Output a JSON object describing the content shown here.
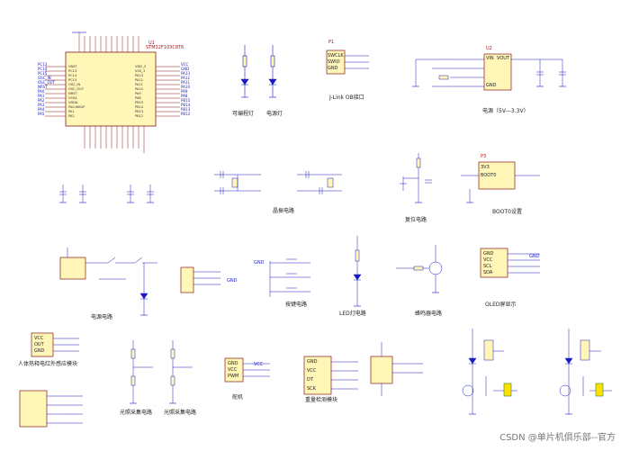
{
  "watermark": "CSDN @单片机俱乐部--官方",
  "sections": {
    "swd": "J-Link OB接口",
    "power_ind": "电源灯",
    "prog_ind": "可编程灯",
    "ldo": "电源（5V—3.3V）",
    "crystal": "晶振电路",
    "reset": "复位电路",
    "boot": "BOOT0设置",
    "power_circuit": "电源电路",
    "keys": "按键电路",
    "led": "LED灯电路",
    "buzzer": "蜂鸣器电路",
    "oled": "OLED屏显示",
    "pir": "人体热释电红外感应模块",
    "light1": "光照采集电路",
    "light2": "光照采集电路",
    "servo": "舵机",
    "weight": "重量检测模块"
  },
  "refs": {
    "u1": "U1",
    "u1_part": "STM32F103C8T6",
    "j_swd": "P1",
    "p_swd": "SWCLK",
    "p_swd2": "SWIO",
    "p_swd3": "GND",
    "u_ldo": "U2",
    "u_ldo_p1": "VIN",
    "u_ldo_p2": "VOUT",
    "u_ldo_p3": "GND",
    "u_boot": "P3",
    "u_boot_p1": "3V3",
    "u_boot_p2": "BOOT0",
    "oled_p1": "GND",
    "oled_p2": "VCC",
    "oled_p3": "SCL",
    "oled_p4": "SDA",
    "servo_p1": "GND",
    "servo_p2": "VCC",
    "servo_p3": "PWM",
    "hx_p1": "GND",
    "hx_p2": "VCC",
    "hx_p3": "DT",
    "hx_p4": "SCK",
    "pir_p1": "VCC",
    "pir_p2": "OUT",
    "pir_p3": "GND",
    "gnd": "GND",
    "vcc": "VCC"
  }
}
